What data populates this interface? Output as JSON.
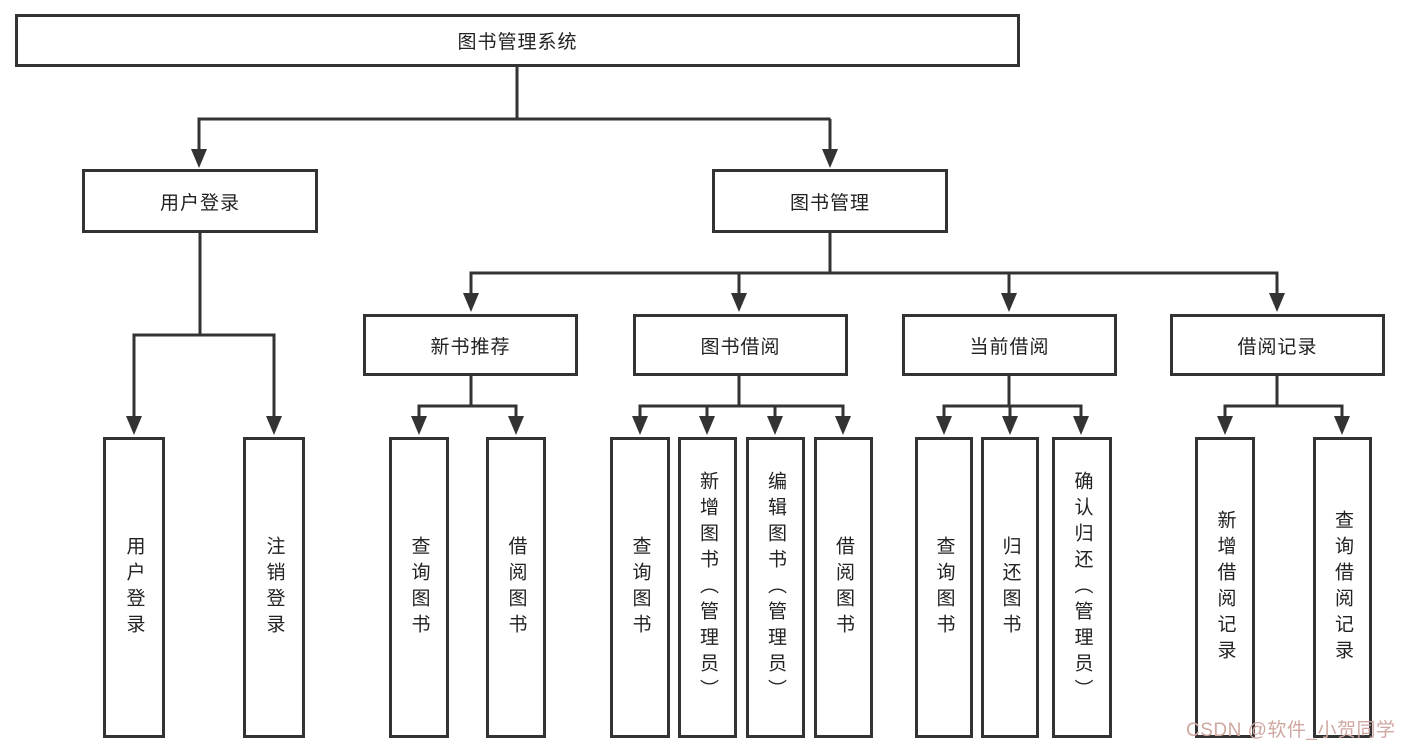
{
  "diagram": {
    "root": {
      "label": "图书管理系统"
    },
    "level2": [
      {
        "label": "用户登录",
        "children": [
          {
            "label": "用户登录"
          },
          {
            "label": "注销登录"
          }
        ]
      },
      {
        "label": "图书管理",
        "children": [
          {
            "label": "新书推荐",
            "children": [
              {
                "label": "查询图书"
              },
              {
                "label": "借阅图书"
              }
            ]
          },
          {
            "label": "图书借阅",
            "children": [
              {
                "label": "查询图书"
              },
              {
                "label": "新增图书（管理员）"
              },
              {
                "label": "编辑图书（管理员）"
              },
              {
                "label": "借阅图书"
              }
            ]
          },
          {
            "label": "当前借阅",
            "children": [
              {
                "label": "查询图书"
              },
              {
                "label": "归还图书"
              },
              {
                "label": "确认归还（管理员）"
              }
            ]
          },
          {
            "label": "借阅记录",
            "children": [
              {
                "label": "新增借阅记录"
              },
              {
                "label": "查询借阅记录"
              }
            ]
          }
        ]
      }
    ]
  },
  "watermark": {
    "text": "CSDN @软件_小贺同学",
    "color": "#cfa8a2"
  },
  "colors": {
    "line": "#333333",
    "box_border": "#333333",
    "box_bg": "#ffffff",
    "text": "#222222"
  }
}
